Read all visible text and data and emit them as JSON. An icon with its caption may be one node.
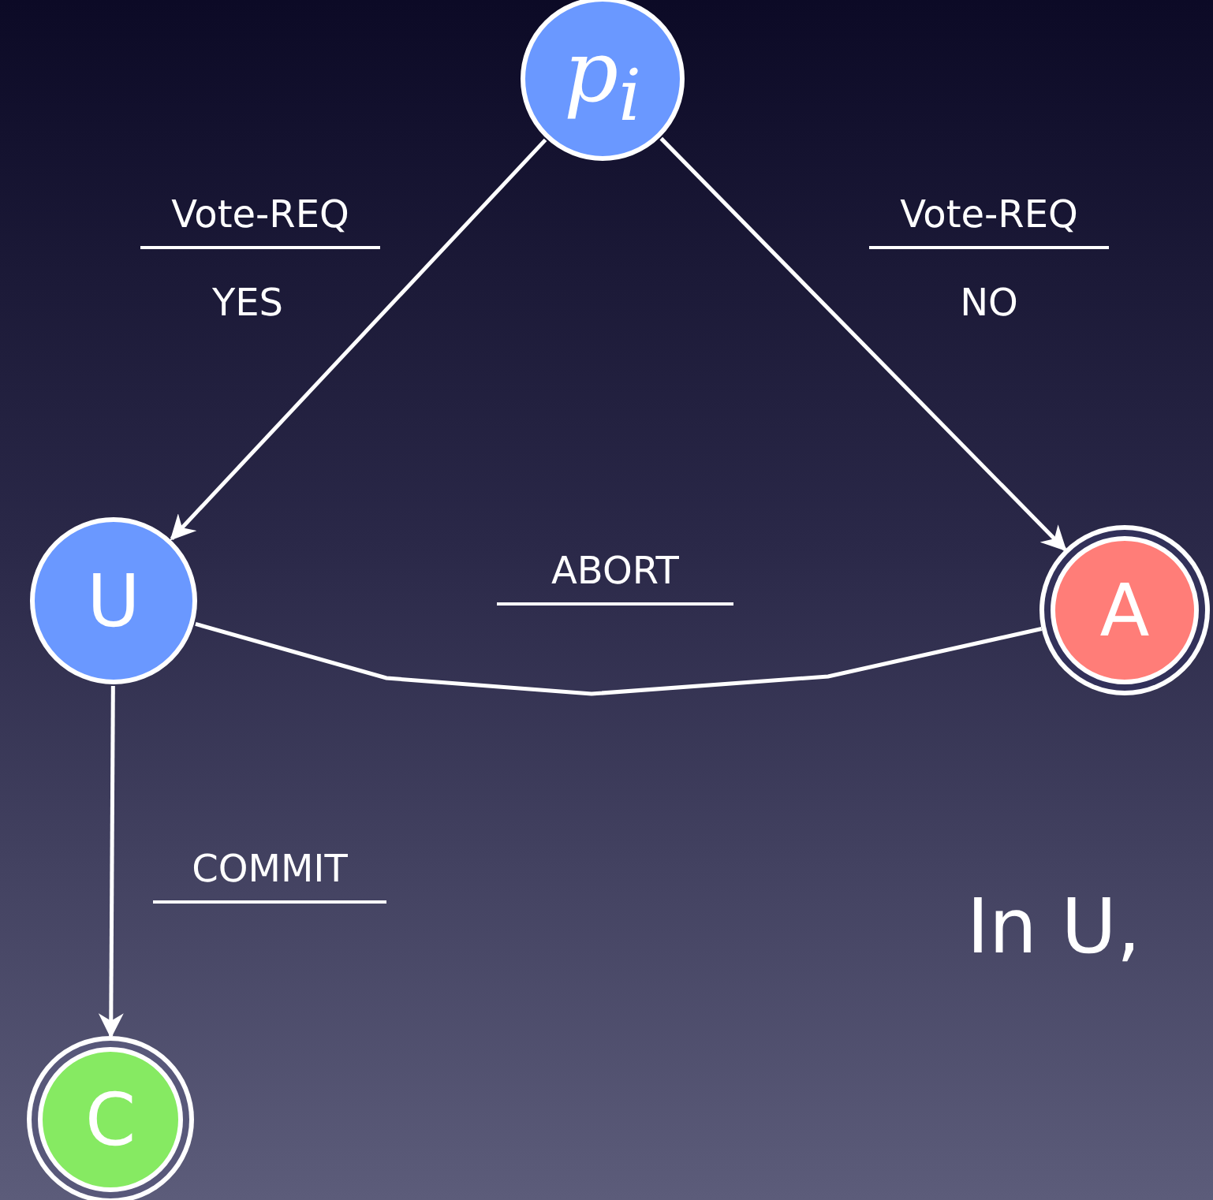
{
  "diagram": {
    "nodes": [
      {
        "text": [
          "p$_{i}$"
        ]
      },
      {
        "text": [
          "U"
        ]
      },
      {
        "text": [
          "A"
        ]
      },
      {
        "text": [
          "C"
        ]
      }
    ],
    "edges": [
      {
        "from": 0,
        "to": 1,
        "arrow": "to",
        "label": "Vote-REQ"
      },
      {
        "from": 0,
        "to": 2,
        "arrow": "to",
        "label": "Vote-REQ"
      },
      {
        "from": 1,
        "to": 2,
        "arrow": "none",
        "label": "ABORT"
      },
      {
        "from": 1,
        "to": 3,
        "arrow": "to",
        "label": "COMMIT"
      }
    ],
    "labels": [
      "YES",
      "NO",
      "In U,"
    ]
  }
}
